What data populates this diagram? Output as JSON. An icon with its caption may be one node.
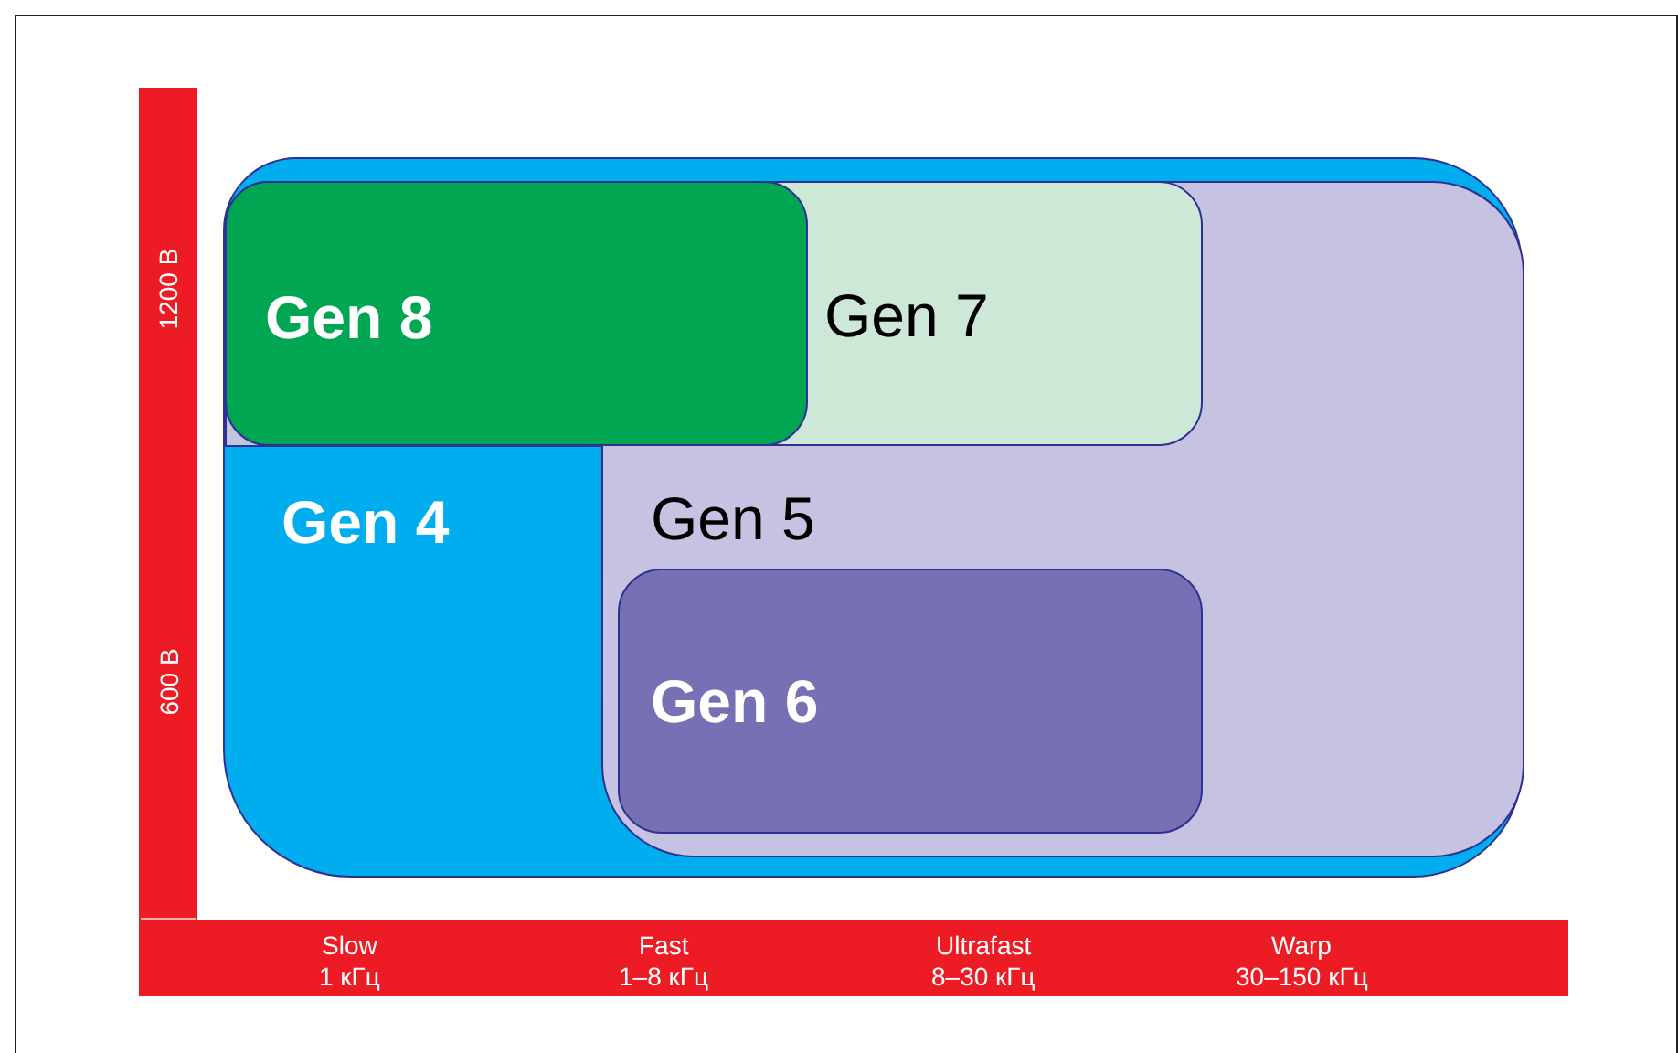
{
  "diagram": {
    "nodes": [
      {
        "text": [
          "Gen 4"
        ]
      },
      {
        "text": [
          "Gen 5"
        ],
        "in": 0
      },
      {
        "text": [
          "Gen 6"
        ],
        "in": 1
      },
      {
        "text": [
          "Gen 7"
        ],
        "in": 1
      },
      {
        "text": [
          "Gen 8"
        ],
        "in": 3
      }
    ],
    "edges": [],
    "labels": [
      "1200 В",
      "600 В",
      "Slow",
      "1 кГц",
      "Fast",
      "1–8 кГц",
      "Ultrafast",
      "8–30 кГц",
      "Warp",
      "30–150 кГц"
    ]
  }
}
